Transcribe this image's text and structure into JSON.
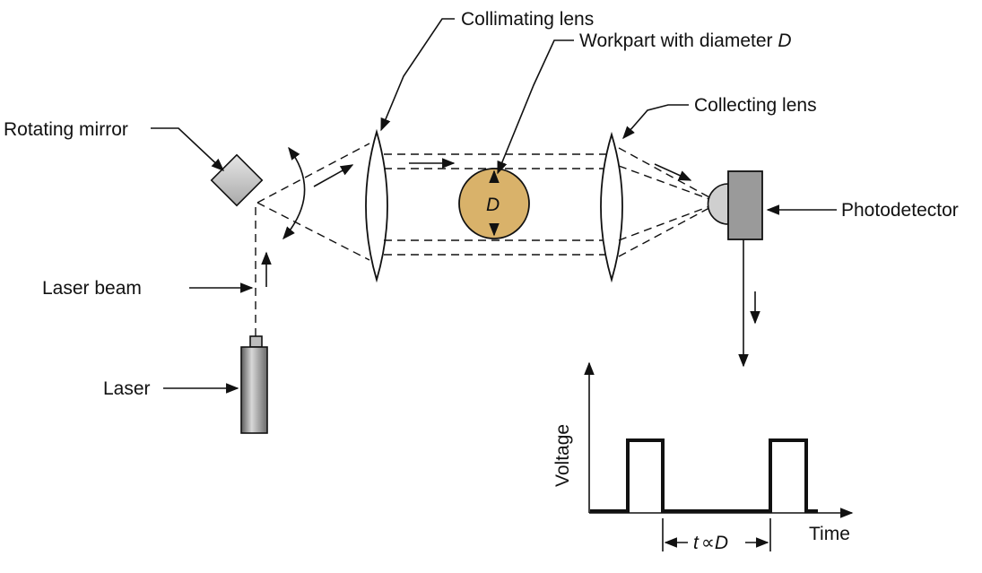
{
  "labels": {
    "collimating_lens": "Collimating lens",
    "workpart": "Workpart with diameter ",
    "workpart_var": "D",
    "collecting_lens": "Collecting lens",
    "rotating_mirror": "Rotating mirror",
    "photodetector": "Photodetector",
    "laser_beam": "Laser beam",
    "laser": "Laser",
    "diameter_symbol": "D",
    "voltage_axis": "Voltage",
    "time_axis": "Time",
    "period_t": "t",
    "period_prop": "∝",
    "period_d": "D"
  },
  "colors": {
    "workpart_fill": "#d9b26a",
    "mirror_fill": "#c8c8c8",
    "detector_fill": "#9a9a9a",
    "laser_body": "#8a8a8a",
    "lens_fill": "#ffffff"
  }
}
